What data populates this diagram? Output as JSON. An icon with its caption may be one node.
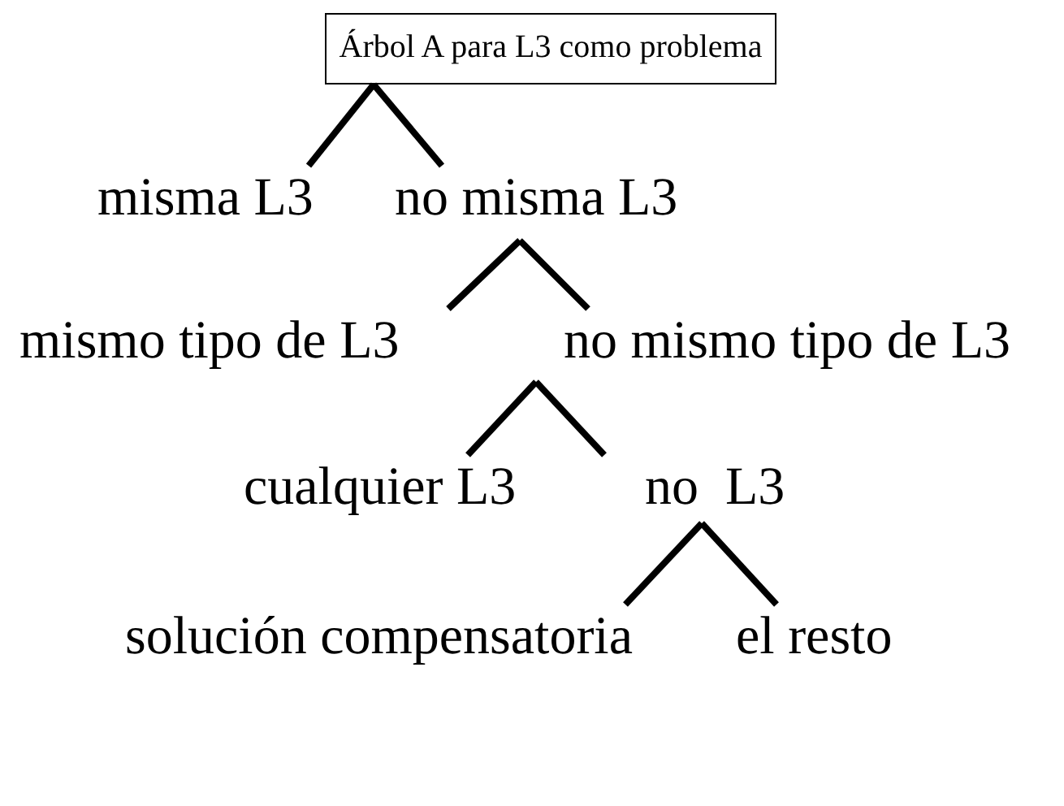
{
  "diagram": {
    "nodes": [
      {
        "text": [
          "Árbol A para L3 como problema"
        ]
      },
      {
        "text": [
          "misma L3"
        ]
      },
      {
        "text": [
          "no misma L3"
        ]
      },
      {
        "text": [
          "mismo tipo de L3"
        ]
      },
      {
        "text": [
          "no mismo tipo de L3"
        ]
      },
      {
        "text": [
          "cualquier L3"
        ]
      },
      {
        "text": [
          "no  L3"
        ]
      },
      {
        "text": [
          "solución compensatoria"
        ]
      },
      {
        "text": [
          "el resto"
        ]
      }
    ],
    "edges": [
      {
        "from": 0,
        "to": 1,
        "arrow": "none"
      },
      {
        "from": 0,
        "to": 2,
        "arrow": "none"
      },
      {
        "from": 2,
        "to": 3,
        "arrow": "none"
      },
      {
        "from": 2,
        "to": 4,
        "arrow": "none"
      },
      {
        "from": 4,
        "to": 5,
        "arrow": "none"
      },
      {
        "from": 4,
        "to": 6,
        "arrow": "none"
      },
      {
        "from": 6,
        "to": 7,
        "arrow": "none"
      },
      {
        "from": 6,
        "to": 8,
        "arrow": "none"
      }
    ]
  }
}
